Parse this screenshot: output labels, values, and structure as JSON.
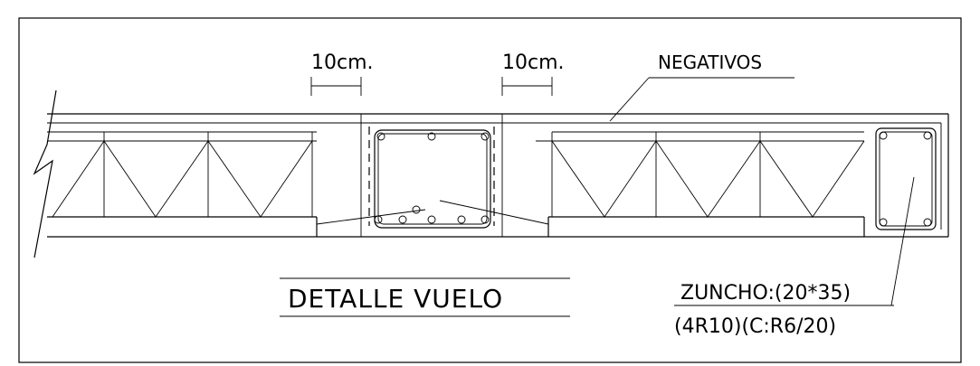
{
  "labels": {
    "dim_left": "10cm.",
    "dim_right": "10cm.",
    "negativos": "NEGATIVOS",
    "title": "DETALLE VUELO",
    "zuncho_line1": "ZUNCHO:(20*35)",
    "zuncho_line2": "(4R10)(C:R6/20)"
  },
  "colors": {
    "line": "#000000",
    "background": "#ffffff"
  }
}
